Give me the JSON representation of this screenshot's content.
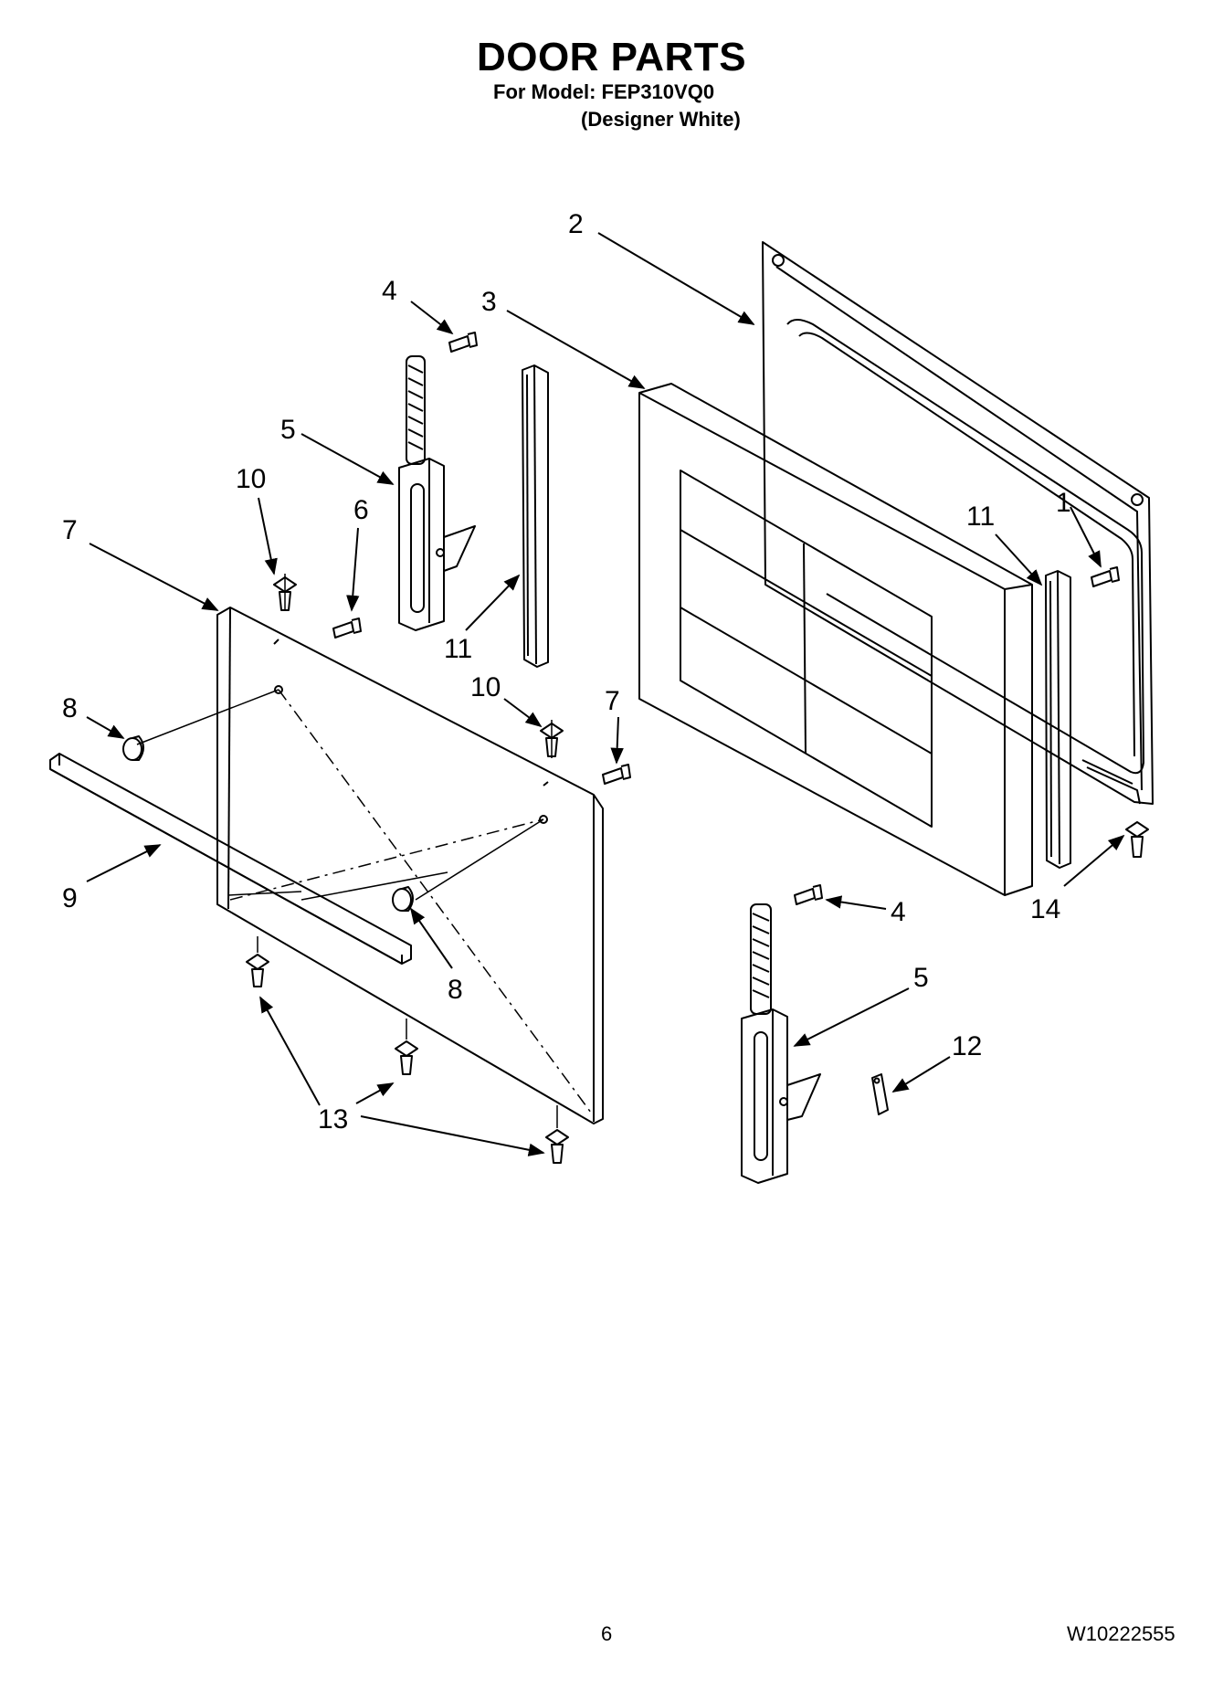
{
  "header": {
    "title": "DOOR PARTS",
    "model_line": "For Model: FEP310VQ0",
    "color_line": "(Designer White)"
  },
  "callouts": [
    {
      "id": "c2",
      "label": "2"
    },
    {
      "id": "c4a",
      "label": "4"
    },
    {
      "id": "c3",
      "label": "3"
    },
    {
      "id": "c5a",
      "label": "5"
    },
    {
      "id": "c10a",
      "label": "10"
    },
    {
      "id": "c6",
      "label": "6"
    },
    {
      "id": "c7a",
      "label": "7"
    },
    {
      "id": "c11a",
      "label": "11"
    },
    {
      "id": "c11b",
      "label": "11"
    },
    {
      "id": "c1",
      "label": "1"
    },
    {
      "id": "c10b",
      "label": "10"
    },
    {
      "id": "c7b",
      "label": "7"
    },
    {
      "id": "c8a",
      "label": "8"
    },
    {
      "id": "c9",
      "label": "9"
    },
    {
      "id": "c8b",
      "label": "8"
    },
    {
      "id": "c4b",
      "label": "4"
    },
    {
      "id": "c14",
      "label": "14"
    },
    {
      "id": "c5b",
      "label": "5"
    },
    {
      "id": "c12",
      "label": "12"
    },
    {
      "id": "c13",
      "label": "13"
    }
  ],
  "footer": {
    "page_number": "6",
    "document_number": "W10222555"
  }
}
